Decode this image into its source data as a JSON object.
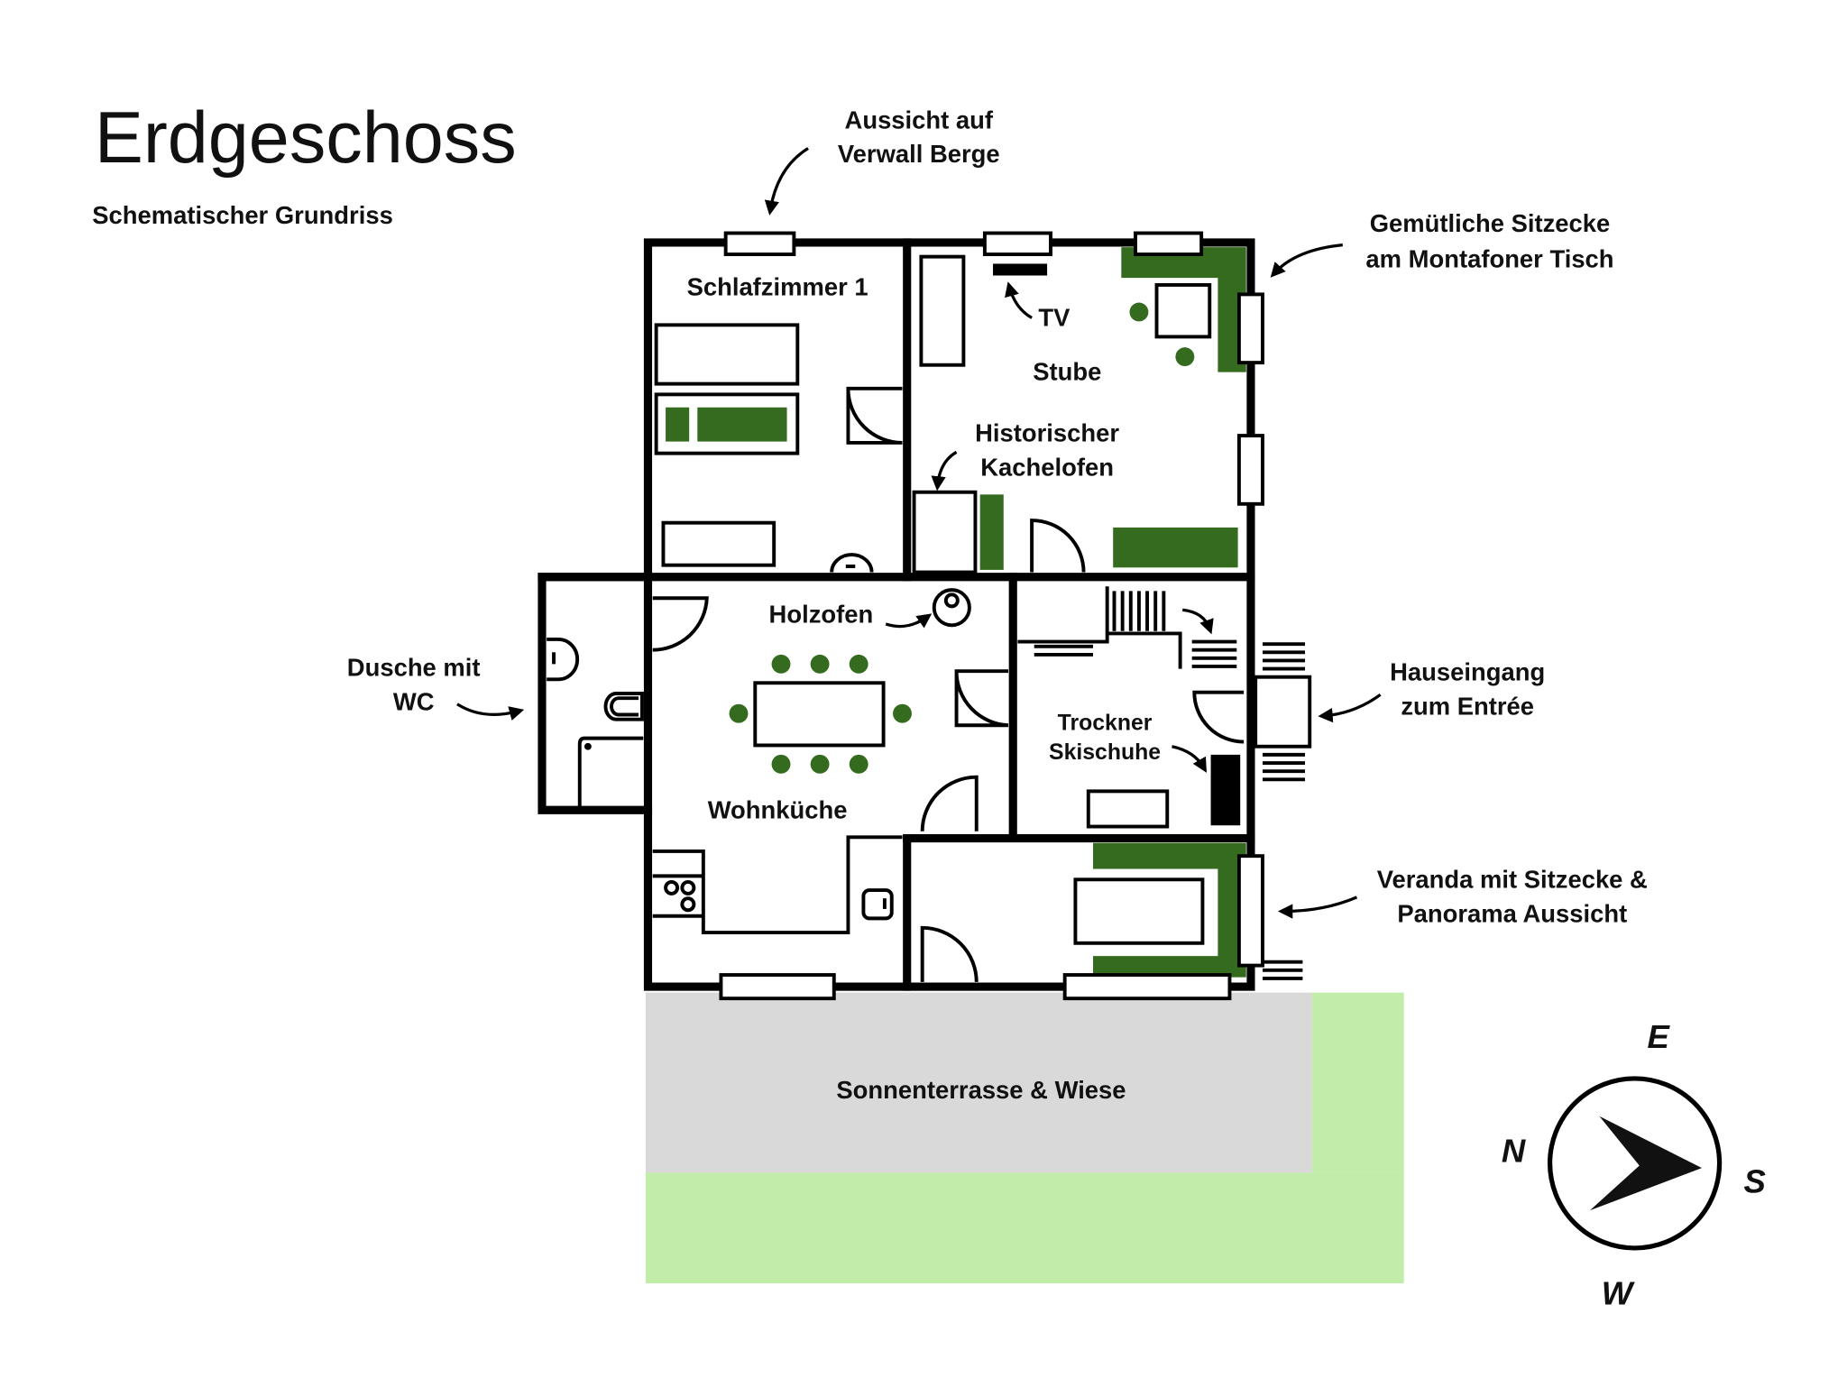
{
  "header": {
    "title": "Erdgeschoss",
    "subtitle": "Schematischer Grundriss"
  },
  "rooms": {
    "schlafzimmer": "Schlafzimmer 1",
    "stube": "Stube",
    "tv": "TV",
    "kachelofen_1": "Historischer",
    "kachelofen_2": "Kachelofen",
    "holzofen": "Holzofen",
    "wohnkueche": "Wohnküche",
    "trockner_1": "Trockner",
    "trockner_2": "Skischuhe"
  },
  "annotations": {
    "aussicht_1": "Aussicht auf",
    "aussicht_2": "Verwall Berge",
    "sitzecke_1": "Gemütliche Sitzecke",
    "sitzecke_2": "am Montafoner Tisch",
    "dusche_1": "Dusche mit",
    "dusche_2": "WC",
    "eingang_1": "Hauseingang",
    "eingang_2": "zum Entrée",
    "veranda_1": "Veranda mit Sitzecke &",
    "veranda_2": "Panorama Aussicht"
  },
  "terrace": {
    "label": "Sonnenterrasse & Wiese"
  },
  "compass": {
    "e": "E",
    "n": "N",
    "s": "S",
    "w": "W"
  },
  "colors": {
    "furniture_green": "#356b1f",
    "lawn": "#c2ecaa",
    "terrace": "#d9d9d9"
  }
}
